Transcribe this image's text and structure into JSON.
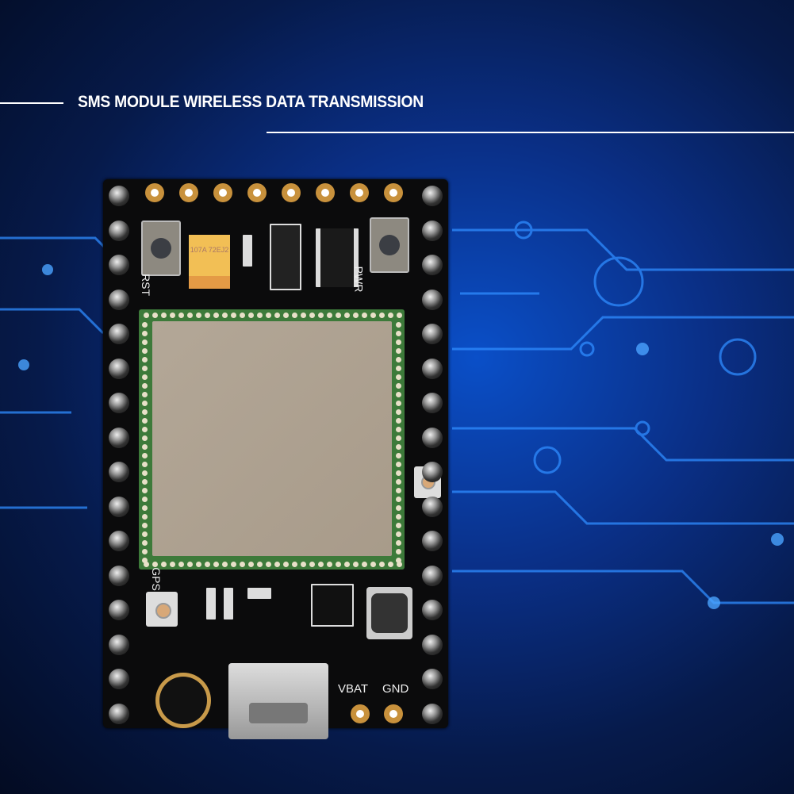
{
  "banner": {
    "title": "SMS MODULE WIRELESS DATA TRANSMISSION"
  },
  "board": {
    "silkscreen": {
      "rst": "RST",
      "pwr": "PWR",
      "gps": "GPS",
      "vbat": "VBAT",
      "gnd": "GND"
    },
    "capacitor_marking": "107A 72EJ2"
  },
  "colors": {
    "background": "#0a2f86",
    "circuit_lines": "#2f8cff",
    "pcb": "#0b0b0c",
    "module_pcb": "#3d7a3a",
    "shield": "#ab9e8d"
  }
}
